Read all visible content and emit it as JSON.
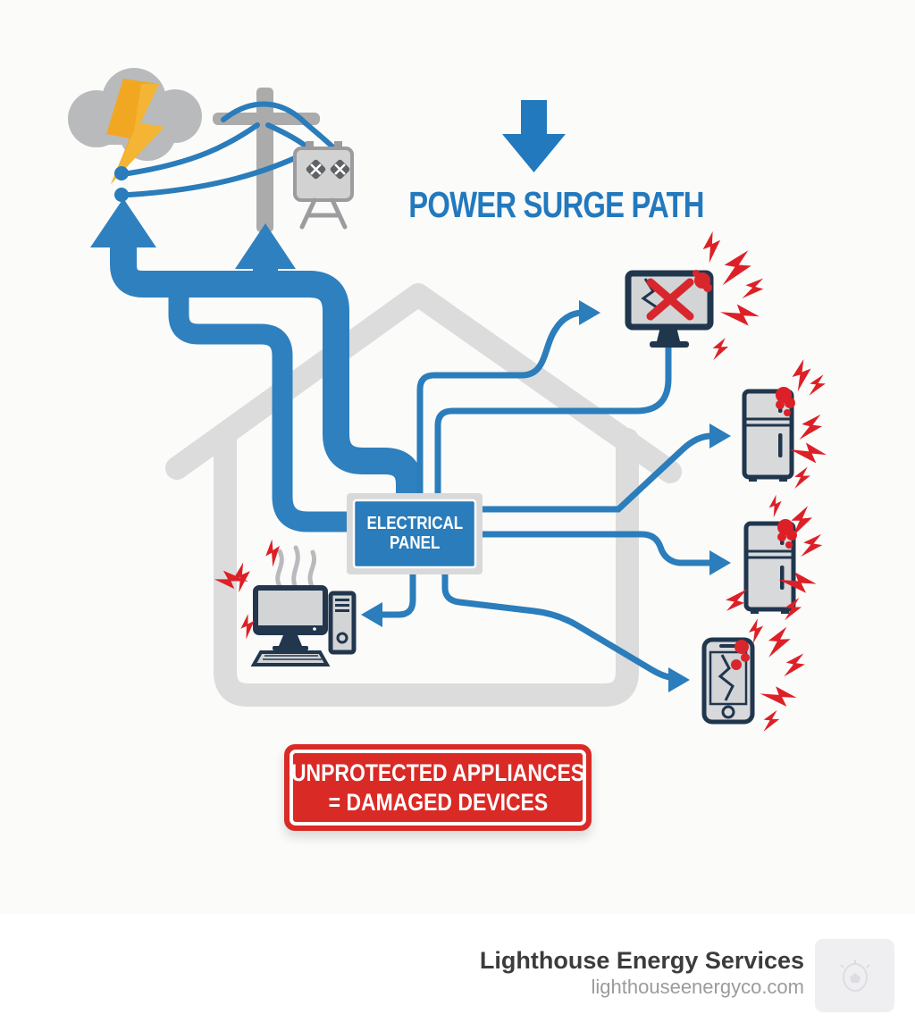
{
  "title": {
    "label": "POWER SURGE PATH"
  },
  "electrical_panel": {
    "line1": "ELECTRICAL",
    "line2": "PANEL"
  },
  "warning_banner": {
    "line1": "UNPROTECTED APPLIANCES",
    "line2": "= DAMAGED DEVICES"
  },
  "footer": {
    "company": "Lighthouse Energy Services",
    "website": "lighthouseenergyco.com"
  },
  "diagram": {
    "type": "flow-infographic",
    "surge_source": [
      "lightning-storm-cloud",
      "power-line-pole",
      "utility-transformer"
    ],
    "surge_entry": "electrical-panel",
    "damaged_appliances": [
      "tv-monitor",
      "refrigerator-top",
      "refrigerator-bottom",
      "desktop-computer",
      "smartphone"
    ],
    "icons": {
      "storm-cloud-icon": "gray cloud",
      "lightning-bolt-icon": "yellow lightning bolt",
      "power-pole-icon": "utility pole with wires",
      "transformer-icon": "pole-mounted transformer box",
      "down-arrow-icon": "blue arrow pointing down",
      "up-arrow-icon": "blue arrow pointing up",
      "house-outline-icon": "gray house outline",
      "tv-icon": "cracked tv with red X",
      "fridge-icon": "damaged refrigerator",
      "computer-icon": "smoking desktop computer",
      "phone-icon": "cracked smartphone",
      "damage-spark-icon": "red electric spark bolt",
      "lighthouse-logo-icon": "faint lighthouse bulb mark"
    },
    "colors": {
      "surge_blue": "#2f80bf",
      "title_blue": "#2279bd",
      "banner_red": "#d92a26",
      "spark_red": "#dd2027",
      "appliance_navy": "#20364d",
      "structure_gray": "#dcdcdc",
      "cloud_gray": "#b9babc",
      "bolt_yellow": "#f2a723"
    }
  }
}
